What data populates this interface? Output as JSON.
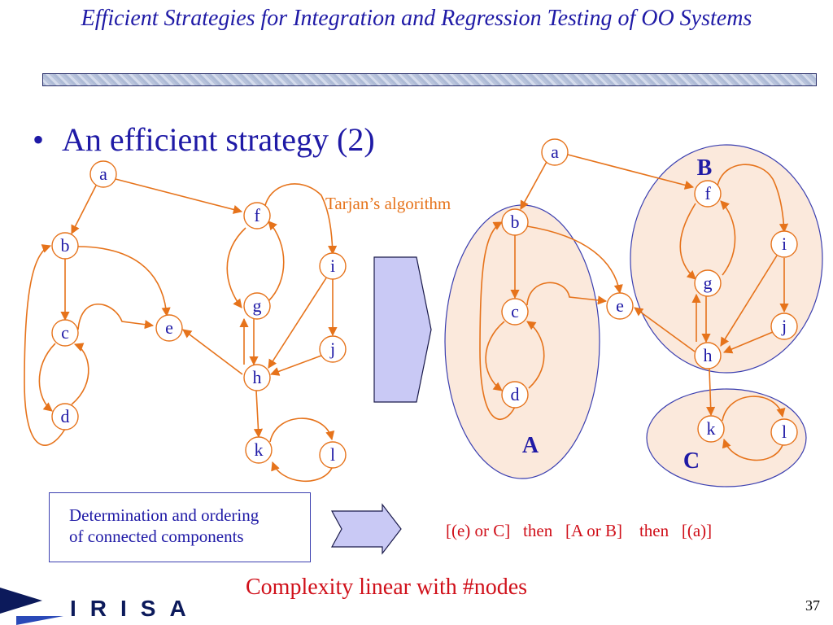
{
  "slide": {
    "title": "Efficient Strategies for Integration and Regression Testing of OO Systems",
    "bullet": "An efficient strategy (2)",
    "tarjan_label": "Tarjan’s algorithm",
    "box_text_line1": "Determination and ordering",
    "box_text_line2": "of connected components",
    "order_text": "[(e) or C]   then   [A or B]    then   [(a)]",
    "complexity": "Complexity linear with #nodes",
    "page_number": "37",
    "logo": "IRISA"
  },
  "left_graph": {
    "nodes": [
      "a",
      "b",
      "c",
      "d",
      "e",
      "f",
      "g",
      "h",
      "i",
      "j",
      "k",
      "l"
    ]
  },
  "right_graph": {
    "nodes": [
      "a",
      "b",
      "c",
      "d",
      "e",
      "f",
      "g",
      "h",
      "i",
      "j",
      "k",
      "l"
    ],
    "components": [
      "A",
      "B",
      "C"
    ]
  },
  "colors": {
    "title": "#1f1aa6",
    "edge": "#e6731b",
    "component_fill": "#fbe9dc",
    "component_stroke": "#3b3fb0",
    "highlight_text": "#d0101a",
    "arrow_fill": "#c9c9f5"
  }
}
